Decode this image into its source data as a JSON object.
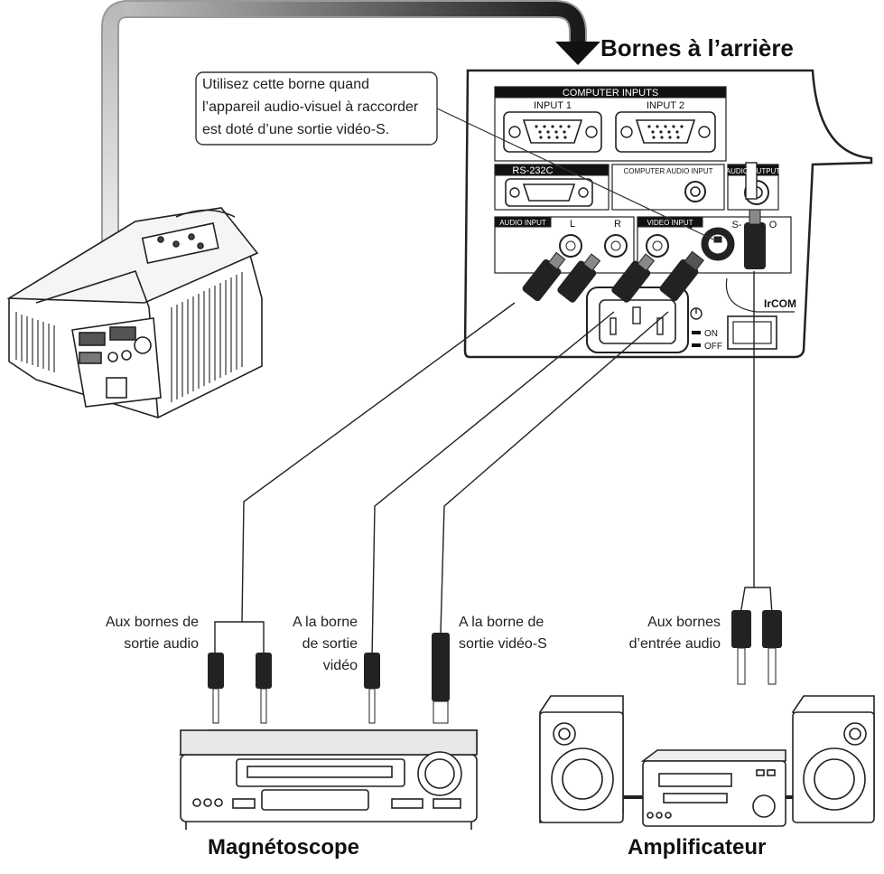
{
  "title": "Bornes à l’arrière",
  "callout": {
    "line1": "Utilisez cette borne quand",
    "line2": "l’appareil audio-visuel à raccorder",
    "line3": "est doté d’une sortie vidéo-S."
  },
  "panel": {
    "computer_inputs": "COMPUTER INPUTS",
    "input1": "INPUT 1",
    "input2": "INPUT 2",
    "rs232c": "RS-232C",
    "computer_audio_input": "COMPUTER AUDIO INPUT",
    "audio_output": "AUDIO OUTPUT",
    "audio_input": "AUDIO INPUT",
    "l": "L",
    "r": "R",
    "video_input": "VIDEO INPUT",
    "s": "S-",
    "o": "O",
    "ircom": "IrCOM",
    "on": "ON",
    "off": "OFF"
  },
  "labels": {
    "audio_out_1": "Aux bornes de",
    "audio_out_2": "sortie audio",
    "video_out_1": "A la borne",
    "video_out_2": "de sortie",
    "video_out_3": "vidéo",
    "svideo_out_1": "A la borne de",
    "svideo_out_2": "sortie vidéo-S",
    "audio_in_1": "Aux bornes",
    "audio_in_2": "d’entrée audio"
  },
  "devices": {
    "vcr": "Magnétoscope",
    "amp": "Amplificateur"
  }
}
